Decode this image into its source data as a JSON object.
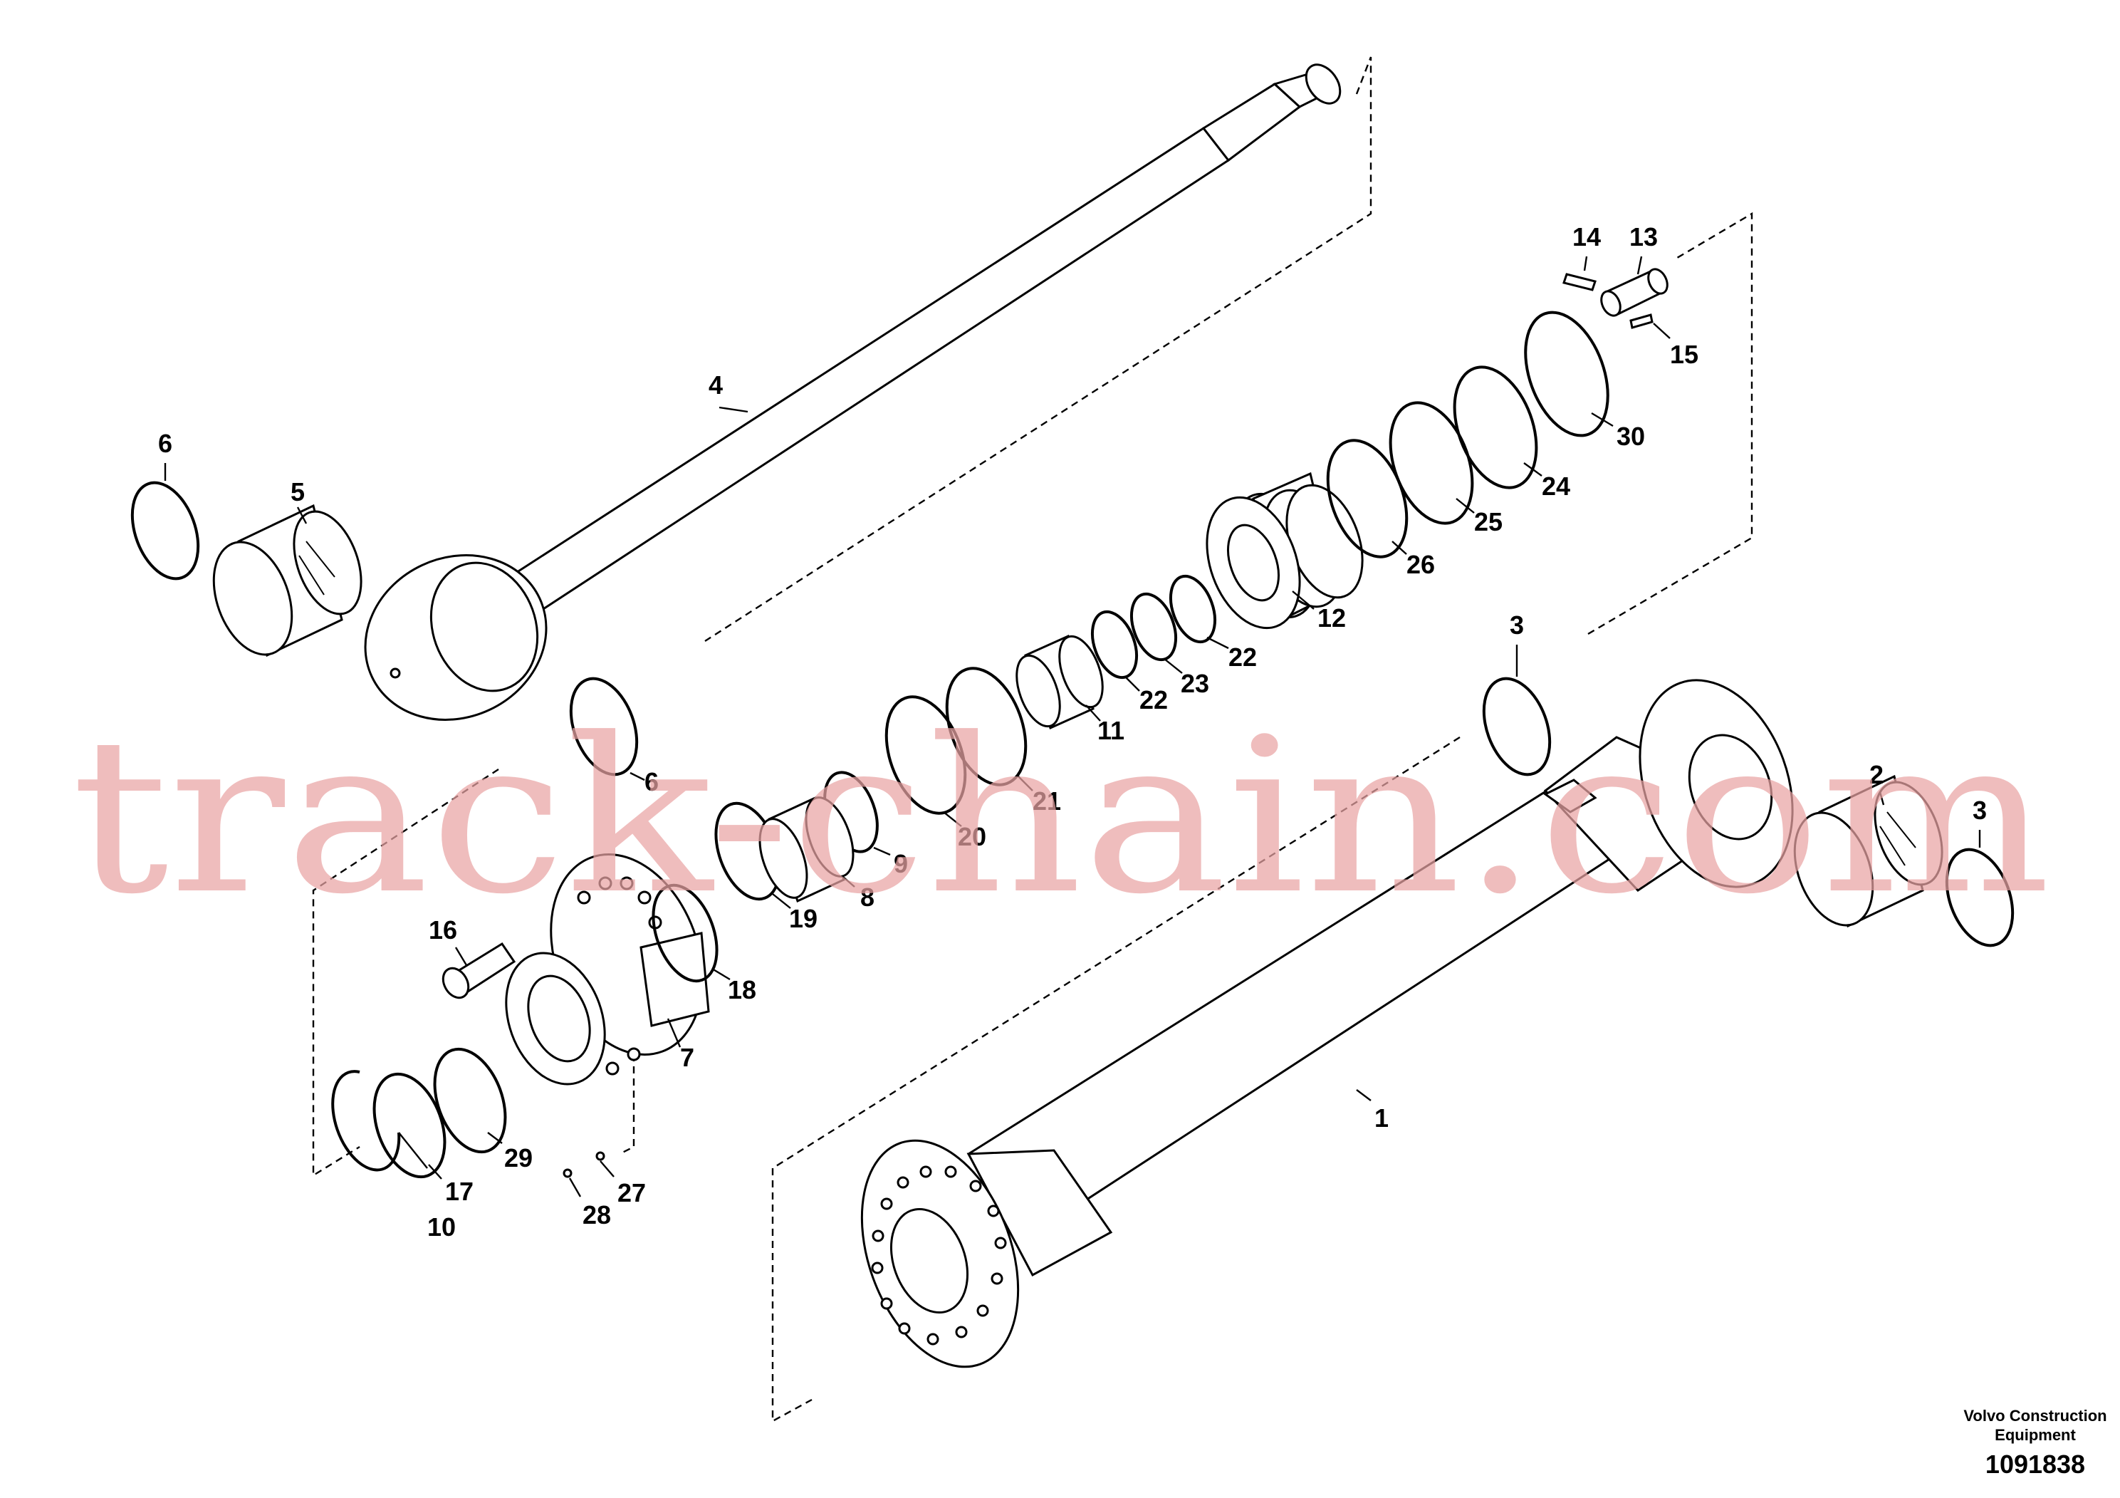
{
  "diagram": {
    "watermark": "track-chain.com",
    "caption_company": "Volvo Construction",
    "caption_company_2": "Equipment",
    "figure_number": "1091838",
    "callouts": [
      "1",
      "2",
      "3",
      "3",
      "4",
      "5",
      "6",
      "6",
      "7",
      "8",
      "9",
      "10",
      "11",
      "12",
      "13",
      "14",
      "15",
      "16",
      "17",
      "18",
      "19",
      "20",
      "21",
      "22",
      "22",
      "23",
      "24",
      "25",
      "26",
      "27",
      "28",
      "29",
      "30"
    ]
  }
}
